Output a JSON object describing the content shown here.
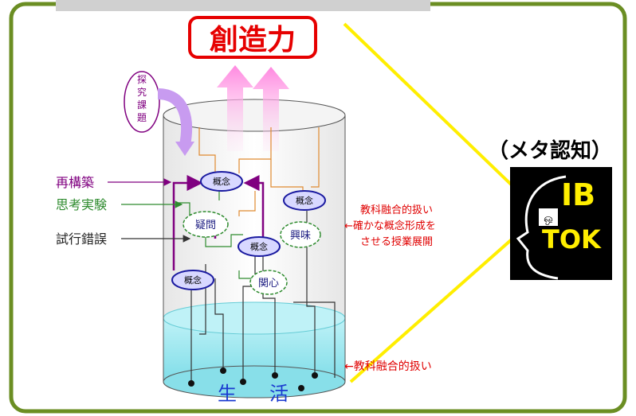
{
  "title": "創造力",
  "tankur": {
    "bottom_label_1": "生",
    "bottom_label_2": "活"
  },
  "left_labels": {
    "inquiry_vertical": "探究課題",
    "restructure": "再構築",
    "thought_experiment": "思考実験",
    "trial_error": "試行錯誤"
  },
  "nodes": {
    "concept": "概念",
    "doubt": "疑問",
    "interest": "興味",
    "concern": "関心"
  },
  "right_notes": {
    "line1": "教科融合的扱い",
    "line2": "←確かな概念形成を",
    "line3": "させる授業展開",
    "bottom": "←教科融合的扱い"
  },
  "meta": {
    "label": "（メタ認知）",
    "ib": "IB",
    "tok": "TOK"
  },
  "colors": {
    "frame": "#6b8e23",
    "title_red": "#e60000",
    "purple": "#800080",
    "green": "#2e8b2e",
    "note_red": "#e00000",
    "node_blue": "#1a1aa0",
    "yellow": "#ffee00",
    "water": "#9ee8f0"
  }
}
